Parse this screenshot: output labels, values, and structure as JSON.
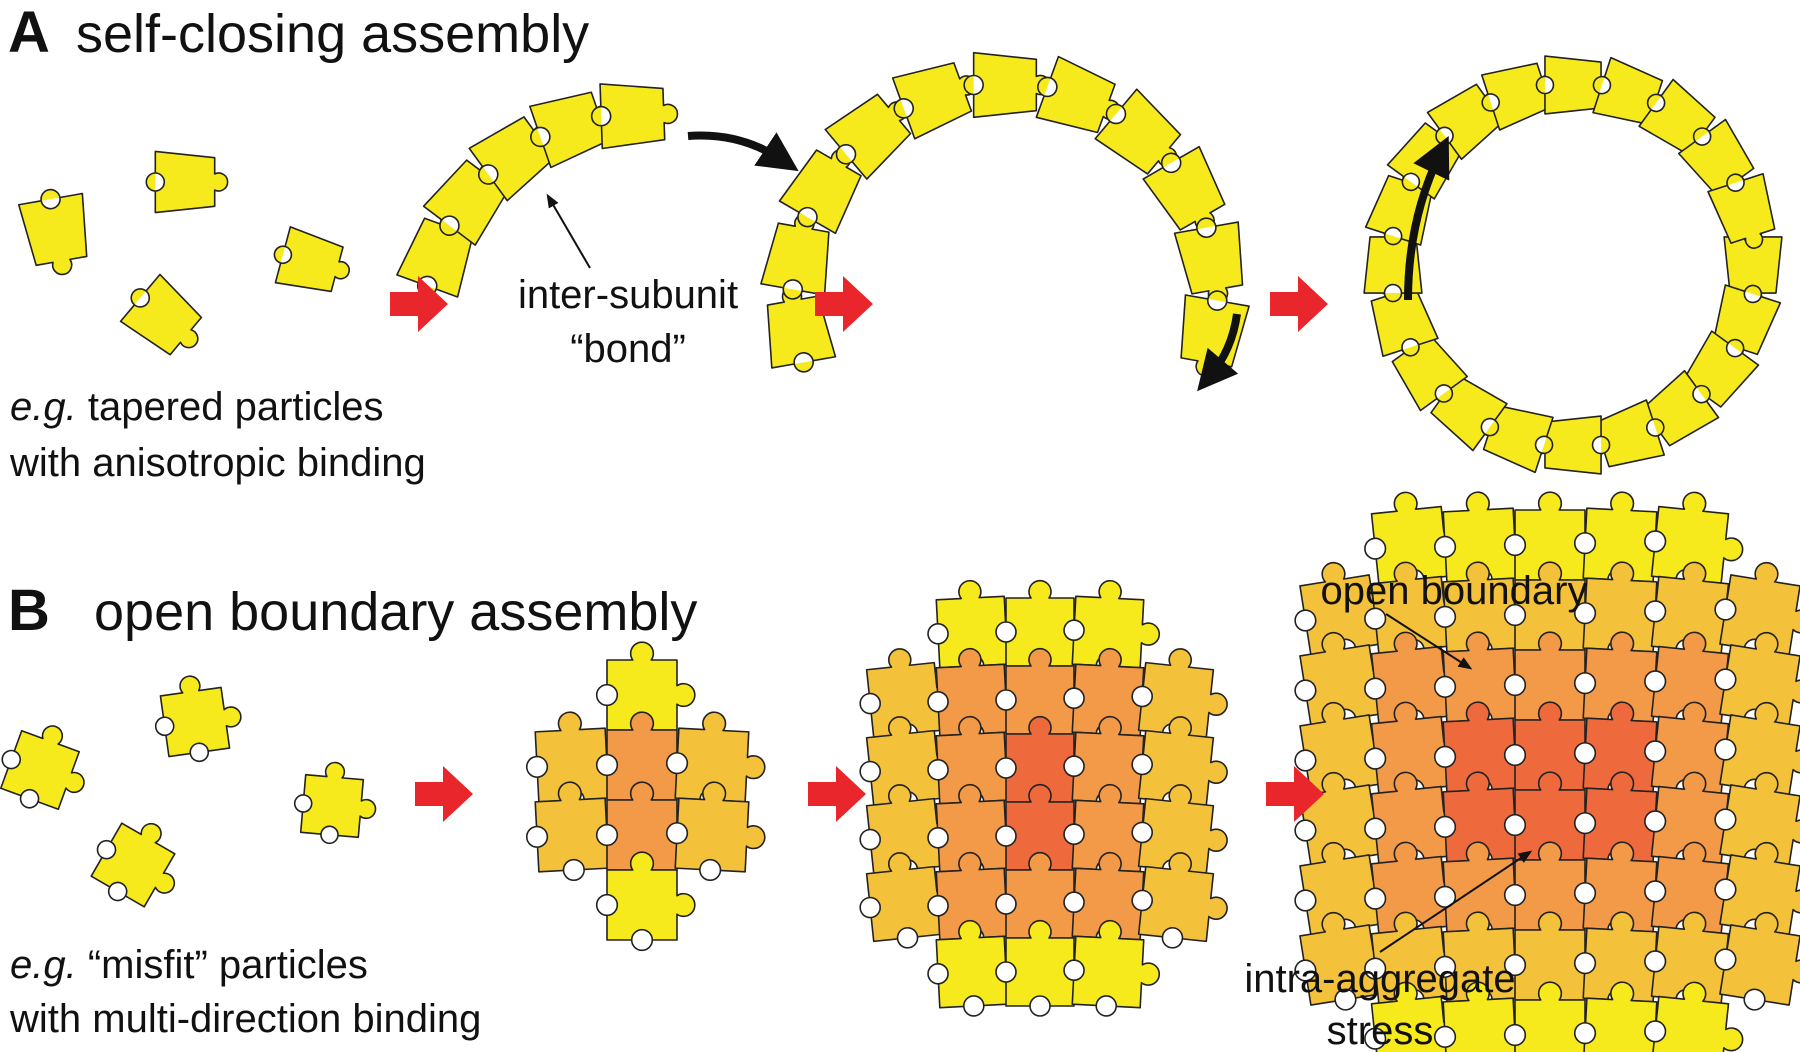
{
  "panel_a": {
    "letter": "A",
    "title": "self-closing assembly",
    "caption_italic": "e.g.",
    "caption_line1_rest": " tapered particles",
    "caption_line2": "with anisotropic binding",
    "bond_label_line1": "inter-subunit",
    "bond_label_line2": "“bond”"
  },
  "panel_b": {
    "letter": "B",
    "title": "open boundary assembly",
    "caption_italic": "e.g.",
    "caption_line1_rest": " “misfit” particles",
    "caption_line2": "with multi-direction binding",
    "boundary_label": "open boundary",
    "stress_label_line1": "intra-aggregate",
    "stress_label_line2": "stress"
  },
  "colors": {
    "subunit_yellow": "#f7ea1c",
    "arrow_red": "#e8262b",
    "stress_light": "#f4c13b",
    "stress_mid": "#f39a48",
    "stress_high": "#ee6a3c",
    "stress_max": "#e9442a",
    "outline": "#222222"
  }
}
